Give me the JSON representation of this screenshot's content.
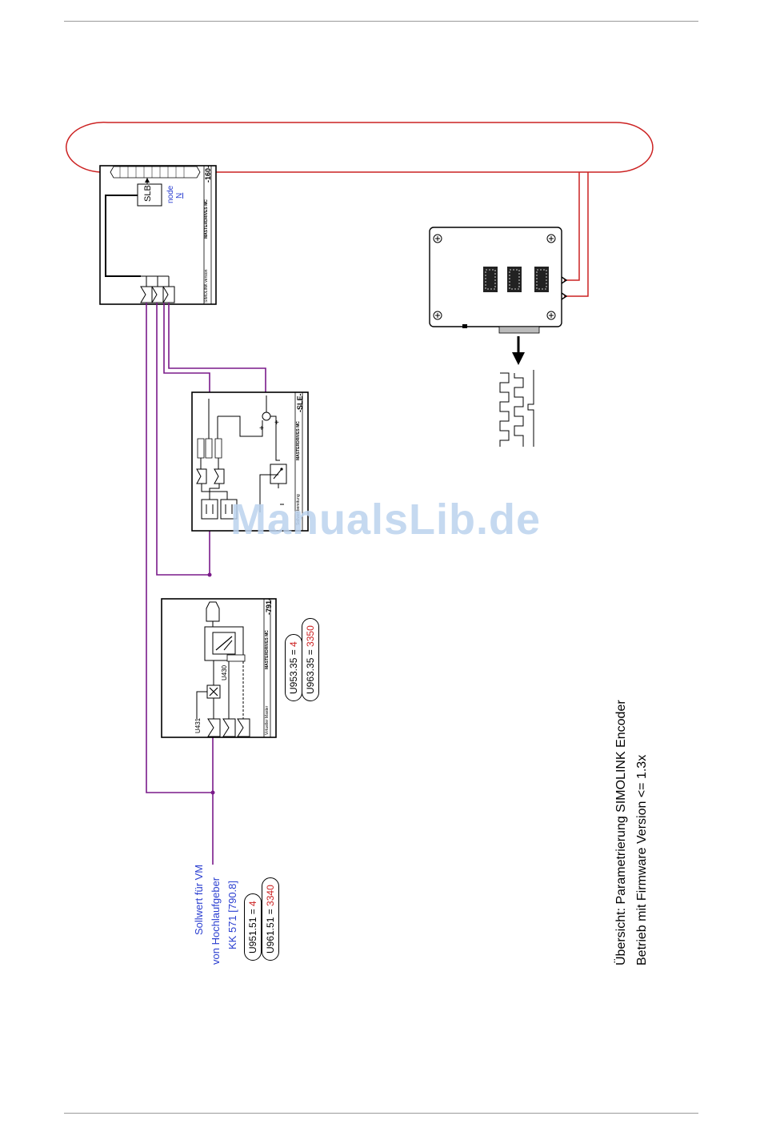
{
  "title": {
    "line1": "Übersicht: Parametrierung SIMOLINK Encoder",
    "line2": "Betrieb mit Firmware Version <= 1.3x"
  },
  "setpoint": {
    "line1": "Sollwert für VM",
    "line2": "von Hochlaufgeber",
    "line3": "KK 571 [790.8]"
  },
  "params_left": [
    {
      "name": "U951.51 = ",
      "value": "4"
    },
    {
      "name": "U961.51 = ",
      "value": "3340"
    }
  ],
  "params_mid": [
    {
      "name": "U953.35 = ",
      "value": "4"
    },
    {
      "name": "U963.35 = ",
      "value": "3350"
    }
  ],
  "block_160": {
    "number": "-160-",
    "footer": "MASTERDRIVES MC",
    "label": "SIMOLINK version",
    "slb": "SLB",
    "node_label": "node",
    "node_value": "N"
  },
  "block_sle": {
    "number": "-SLE-",
    "footer": "MASTERDRIVES MC",
    "label": "Sollwertbereitung"
  },
  "block_791": {
    "number": "-791-",
    "footer": "MASTERDRIVES MC",
    "label": "Virtueller Master",
    "u431": "U431",
    "u430": "U430"
  },
  "watermark": "ManualsLib.de",
  "colors": {
    "wire_red": "#cc2222",
    "wire_purple": "#7a1a8a",
    "text_blue": "#2a3ed0",
    "value_red": "#cc2222",
    "watermark": "#bcd3ee"
  }
}
